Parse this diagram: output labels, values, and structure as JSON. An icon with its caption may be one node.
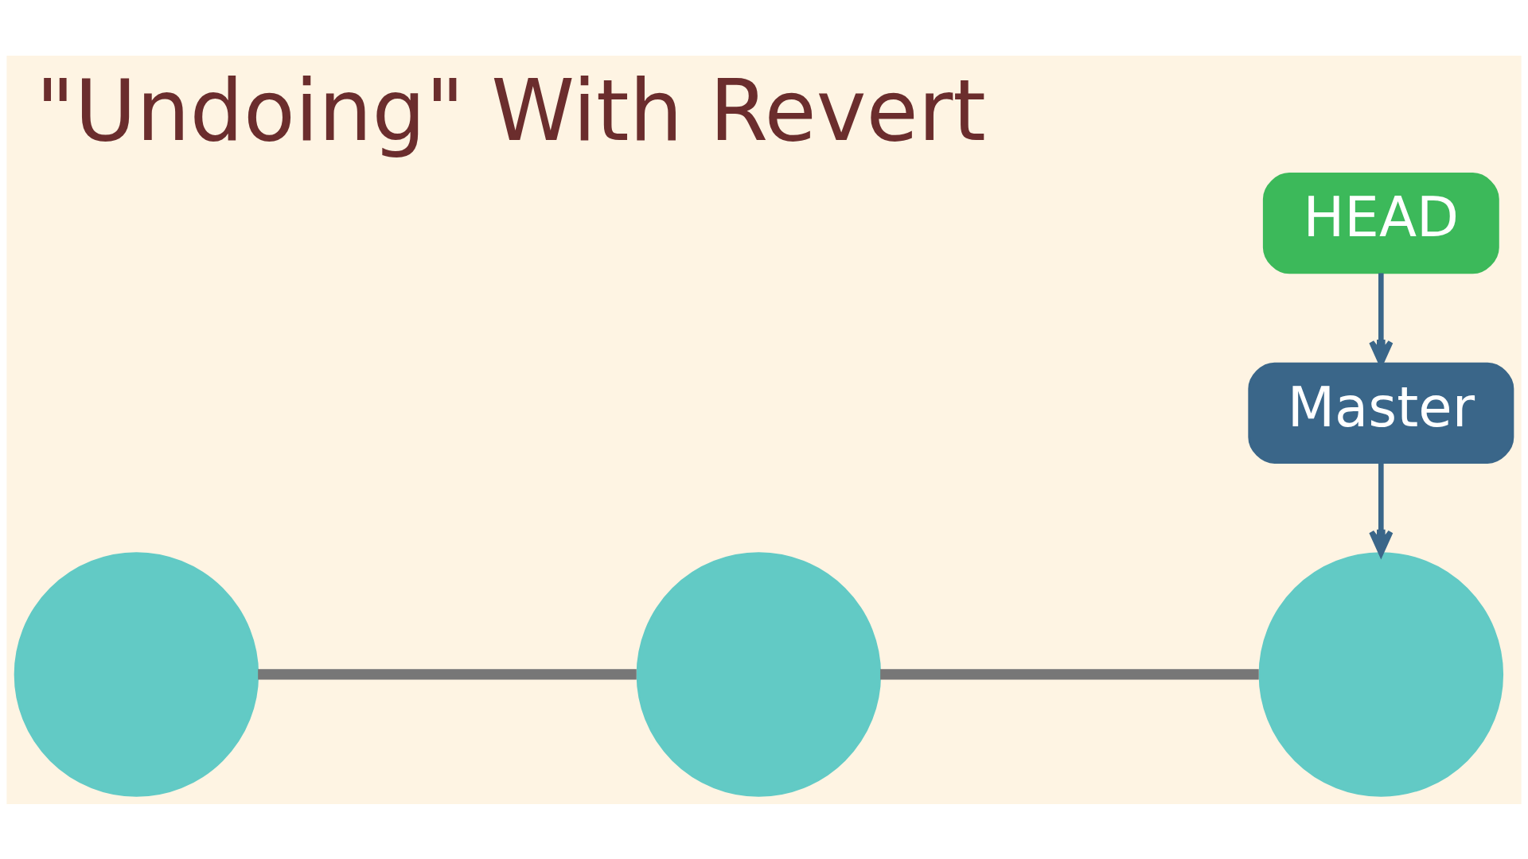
{
  "diagram": {
    "title": "\"Undoing\" With Revert",
    "nodes": [
      {
        "text": [
          "HEAD"
        ]
      },
      {
        "text": [
          "Master"
        ]
      },
      {
        "text": [],
        "shape": "circle"
      },
      {
        "text": [],
        "shape": "circle"
      },
      {
        "text": [],
        "shape": "circle"
      }
    ],
    "edges": [
      {
        "from": 0,
        "to": 1,
        "arrow": "to",
        "color": "#3a6689"
      },
      {
        "from": 1,
        "to": 4,
        "arrow": "to",
        "color": "#3a6689"
      },
      {
        "from": 2,
        "to": 3,
        "arrow": "none",
        "style": "thick",
        "color": "#777777"
      },
      {
        "from": 3,
        "to": 4,
        "arrow": "none",
        "style": "thick",
        "color": "#777777"
      }
    ]
  }
}
